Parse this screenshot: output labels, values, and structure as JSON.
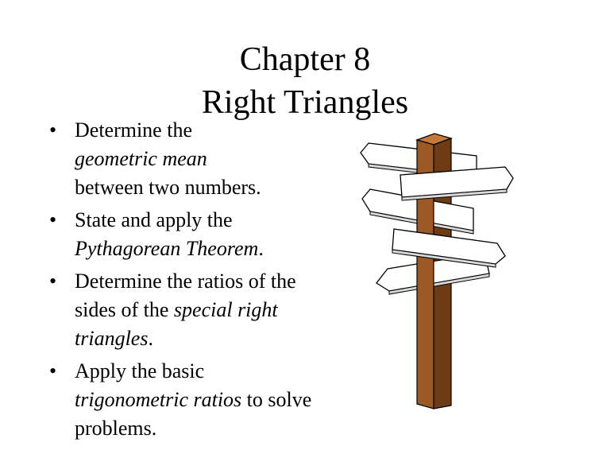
{
  "title": {
    "line1": "Chapter 8",
    "line2": "Right Triangles"
  },
  "bullet_glyph": "•",
  "bullets": [
    {
      "text_a": "Determine the",
      "emph": "geometric mean",
      "text_b": "between two numbers."
    },
    {
      "text_a": "State and apply the",
      "emph": "Pythagorean Theorem",
      "text_b": "."
    },
    {
      "text_a": "Determine the ratios of the sides of the",
      "emph": "special right triangles",
      "text_b": "."
    },
    {
      "text_a": "Apply the basic",
      "emph": "trigonometric ratios",
      "text_b": "to solve problems."
    }
  ],
  "colors": {
    "post_front": "#9b5a24",
    "post_side": "#6e3c14",
    "post_top": "#c47a3a",
    "sign_fill": "#ffffff",
    "sign_shade": "#d9d9d9",
    "outline": "#000000"
  },
  "illustration": {
    "icon": "signpost-icon"
  }
}
